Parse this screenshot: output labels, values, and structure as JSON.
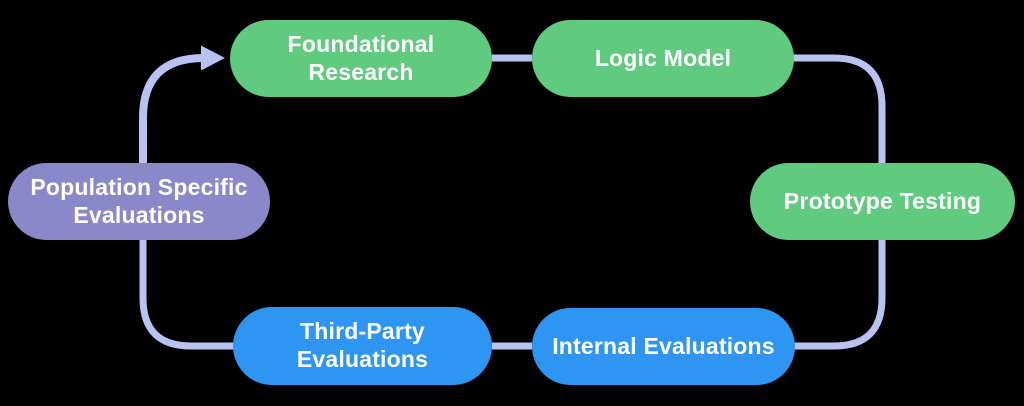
{
  "diagram": {
    "background": "#000000",
    "connector_color": "#b9c3f1",
    "text_color": "#ffffff",
    "node_colors": {
      "green": "#60ca7f",
      "blue": "#2e96f2",
      "purple": "#8b88ca"
    },
    "nodes": [
      {
        "id": "foundational-research",
        "label": "Foundational\nResearch",
        "color": "#60ca7f"
      },
      {
        "id": "logic-model",
        "label": "Logic Model",
        "color": "#60ca7f"
      },
      {
        "id": "prototype-testing",
        "label": "Prototype Testing",
        "color": "#60ca7f"
      },
      {
        "id": "internal-evaluations",
        "label": "Internal Evaluations",
        "color": "#2e96f2"
      },
      {
        "id": "third-party-evaluations",
        "label": "Third-Party\nEvaluations",
        "color": "#2e96f2"
      },
      {
        "id": "population-specific-evaluations",
        "label": "Population Specific\nEvaluations",
        "color": "#8b88ca"
      }
    ]
  }
}
